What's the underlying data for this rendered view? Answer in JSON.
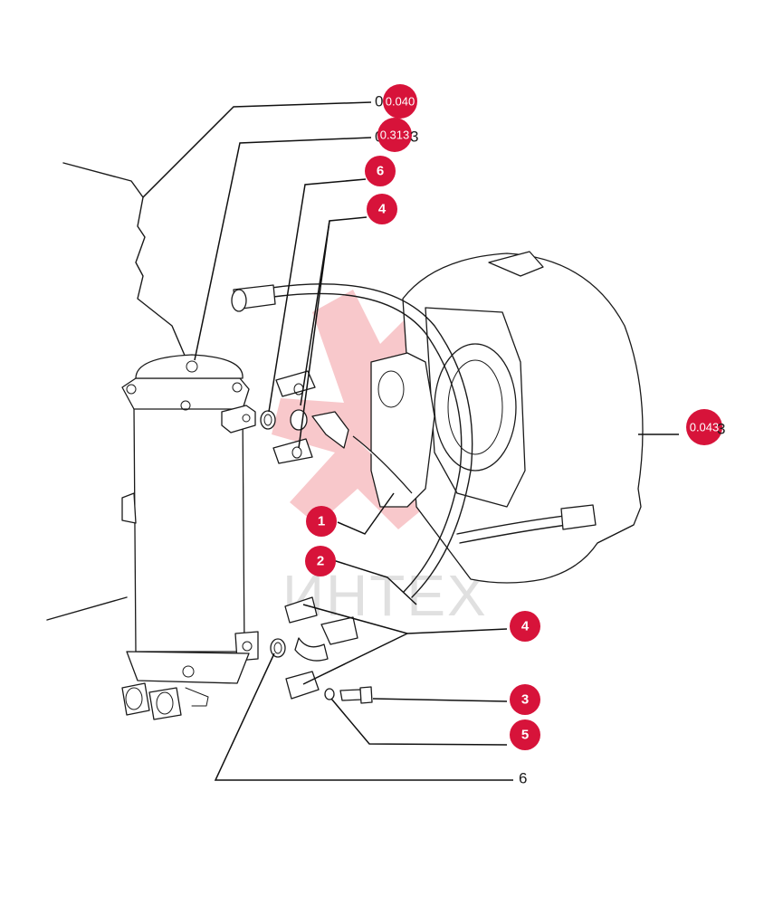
{
  "watermark": {
    "text": "ИНТЕХ",
    "color": "#e63946"
  },
  "callouts": [
    {
      "id": "c1",
      "label": "1"
    },
    {
      "id": "c2",
      "label": "2"
    },
    {
      "id": "c3",
      "label": "3"
    },
    {
      "id": "c4a",
      "label": "4"
    },
    {
      "id": "c4b",
      "label": "4"
    },
    {
      "id": "c5",
      "label": "5"
    },
    {
      "id": "c6a",
      "label": "6"
    }
  ],
  "references": {
    "ref_040": {
      "prefix": "0.",
      "badge": "0.040"
    },
    "ref_313": {
      "prefix": "0.",
      "badge": "0.313",
      "suffix": "3"
    },
    "ref_043": {
      "badge": "0.043",
      "suffix": "3"
    },
    "plain_6": "6"
  },
  "colors": {
    "badge": "#d7133a",
    "line": "#1a1a1a"
  }
}
